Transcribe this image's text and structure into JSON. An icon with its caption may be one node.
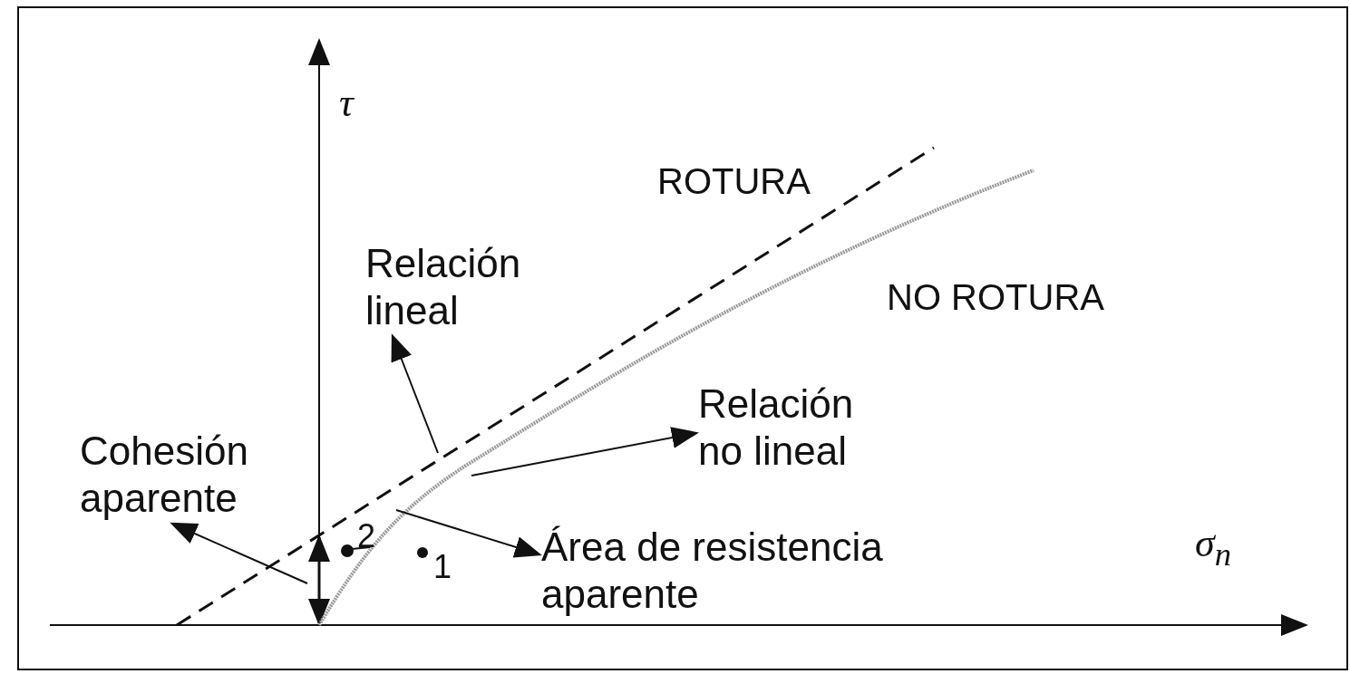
{
  "diagram": {
    "nodes": [
      {
        "text": [
          "Relación lineal"
        ]
      },
      {
        "text": [
          "Relación no lineal"
        ]
      },
      {
        "text": [
          "Cohesión aparente"
        ]
      },
      {
        "text": [
          "Área de resistencia aparente"
        ]
      }
    ],
    "edges": [
      {
        "from": null,
        "to": 0,
        "arrow": "to"
      },
      {
        "from": null,
        "to": 1,
        "arrow": "to"
      },
      {
        "from": null,
        "to": 2,
        "arrow": "to"
      },
      {
        "from": null,
        "to": 3,
        "arrow": "to"
      }
    ],
    "labels": [
      "τ",
      "ROTURA",
      "NO ROTURA",
      "2",
      "1",
      "σ$_{n}$"
    ]
  }
}
